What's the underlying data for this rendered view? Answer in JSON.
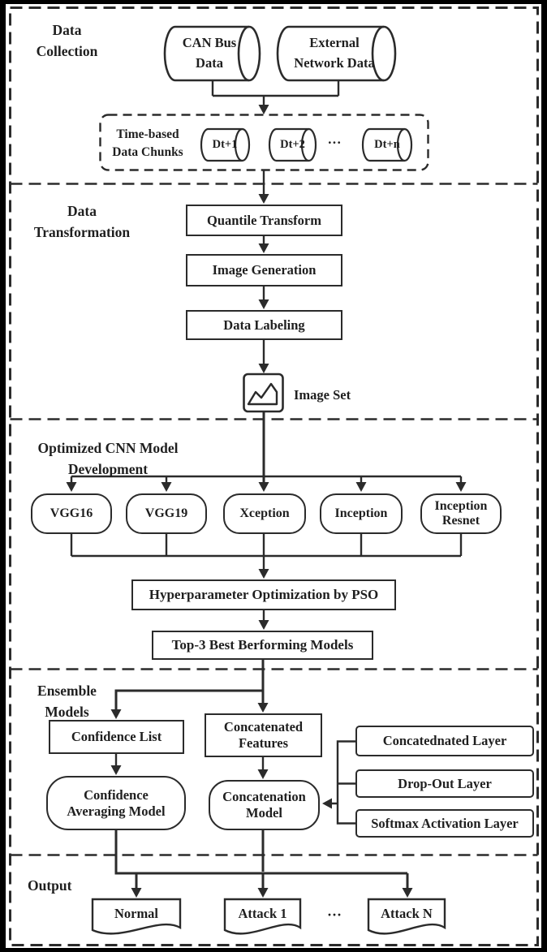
{
  "colors": {
    "ink": "#2b2b2b",
    "frame": "#000000",
    "background": "#ffffff"
  },
  "sections": {
    "data_collection": {
      "title": "Data Collection"
    },
    "data_transformation": {
      "title": "Data Transformation"
    },
    "cnn_development": {
      "title": "Optimized CNN Model Development"
    },
    "ensemble_models": {
      "title": "Ensemble Models"
    },
    "output": {
      "title": "Output"
    }
  },
  "data_collection": {
    "can_bus": "CAN Bus Data",
    "external_network": "External Network Data",
    "chunks_label": "Time-based Data Chunks",
    "chunks": [
      "Dt+1",
      "Dt+2",
      "···",
      "Dt+n"
    ]
  },
  "data_transformation": {
    "steps": [
      "Quantile Transform",
      "Image Generation",
      "Data Labeling"
    ],
    "image_set": "Image Set"
  },
  "cnn_development": {
    "models": [
      "VGG16",
      "VGG19",
      "Xception",
      "Inception",
      "Inception Resnet"
    ],
    "pso": "Hyperparameter Optimization by PSO",
    "top3": "Top-3 Best Berforming Models"
  },
  "ensemble": {
    "confidence_list": "Confidence List",
    "concatenated_features": "Concatenated Features",
    "confidence_averaging_model": "Confidence Averaging Model",
    "concatenation_model": "Concatenation Model",
    "layers": [
      "Concatednated Layer",
      "Drop-Out Layer",
      "Softmax Activation Layer"
    ]
  },
  "output": {
    "classes": [
      "Normal",
      "Attack 1",
      "···",
      "Attack N"
    ]
  }
}
